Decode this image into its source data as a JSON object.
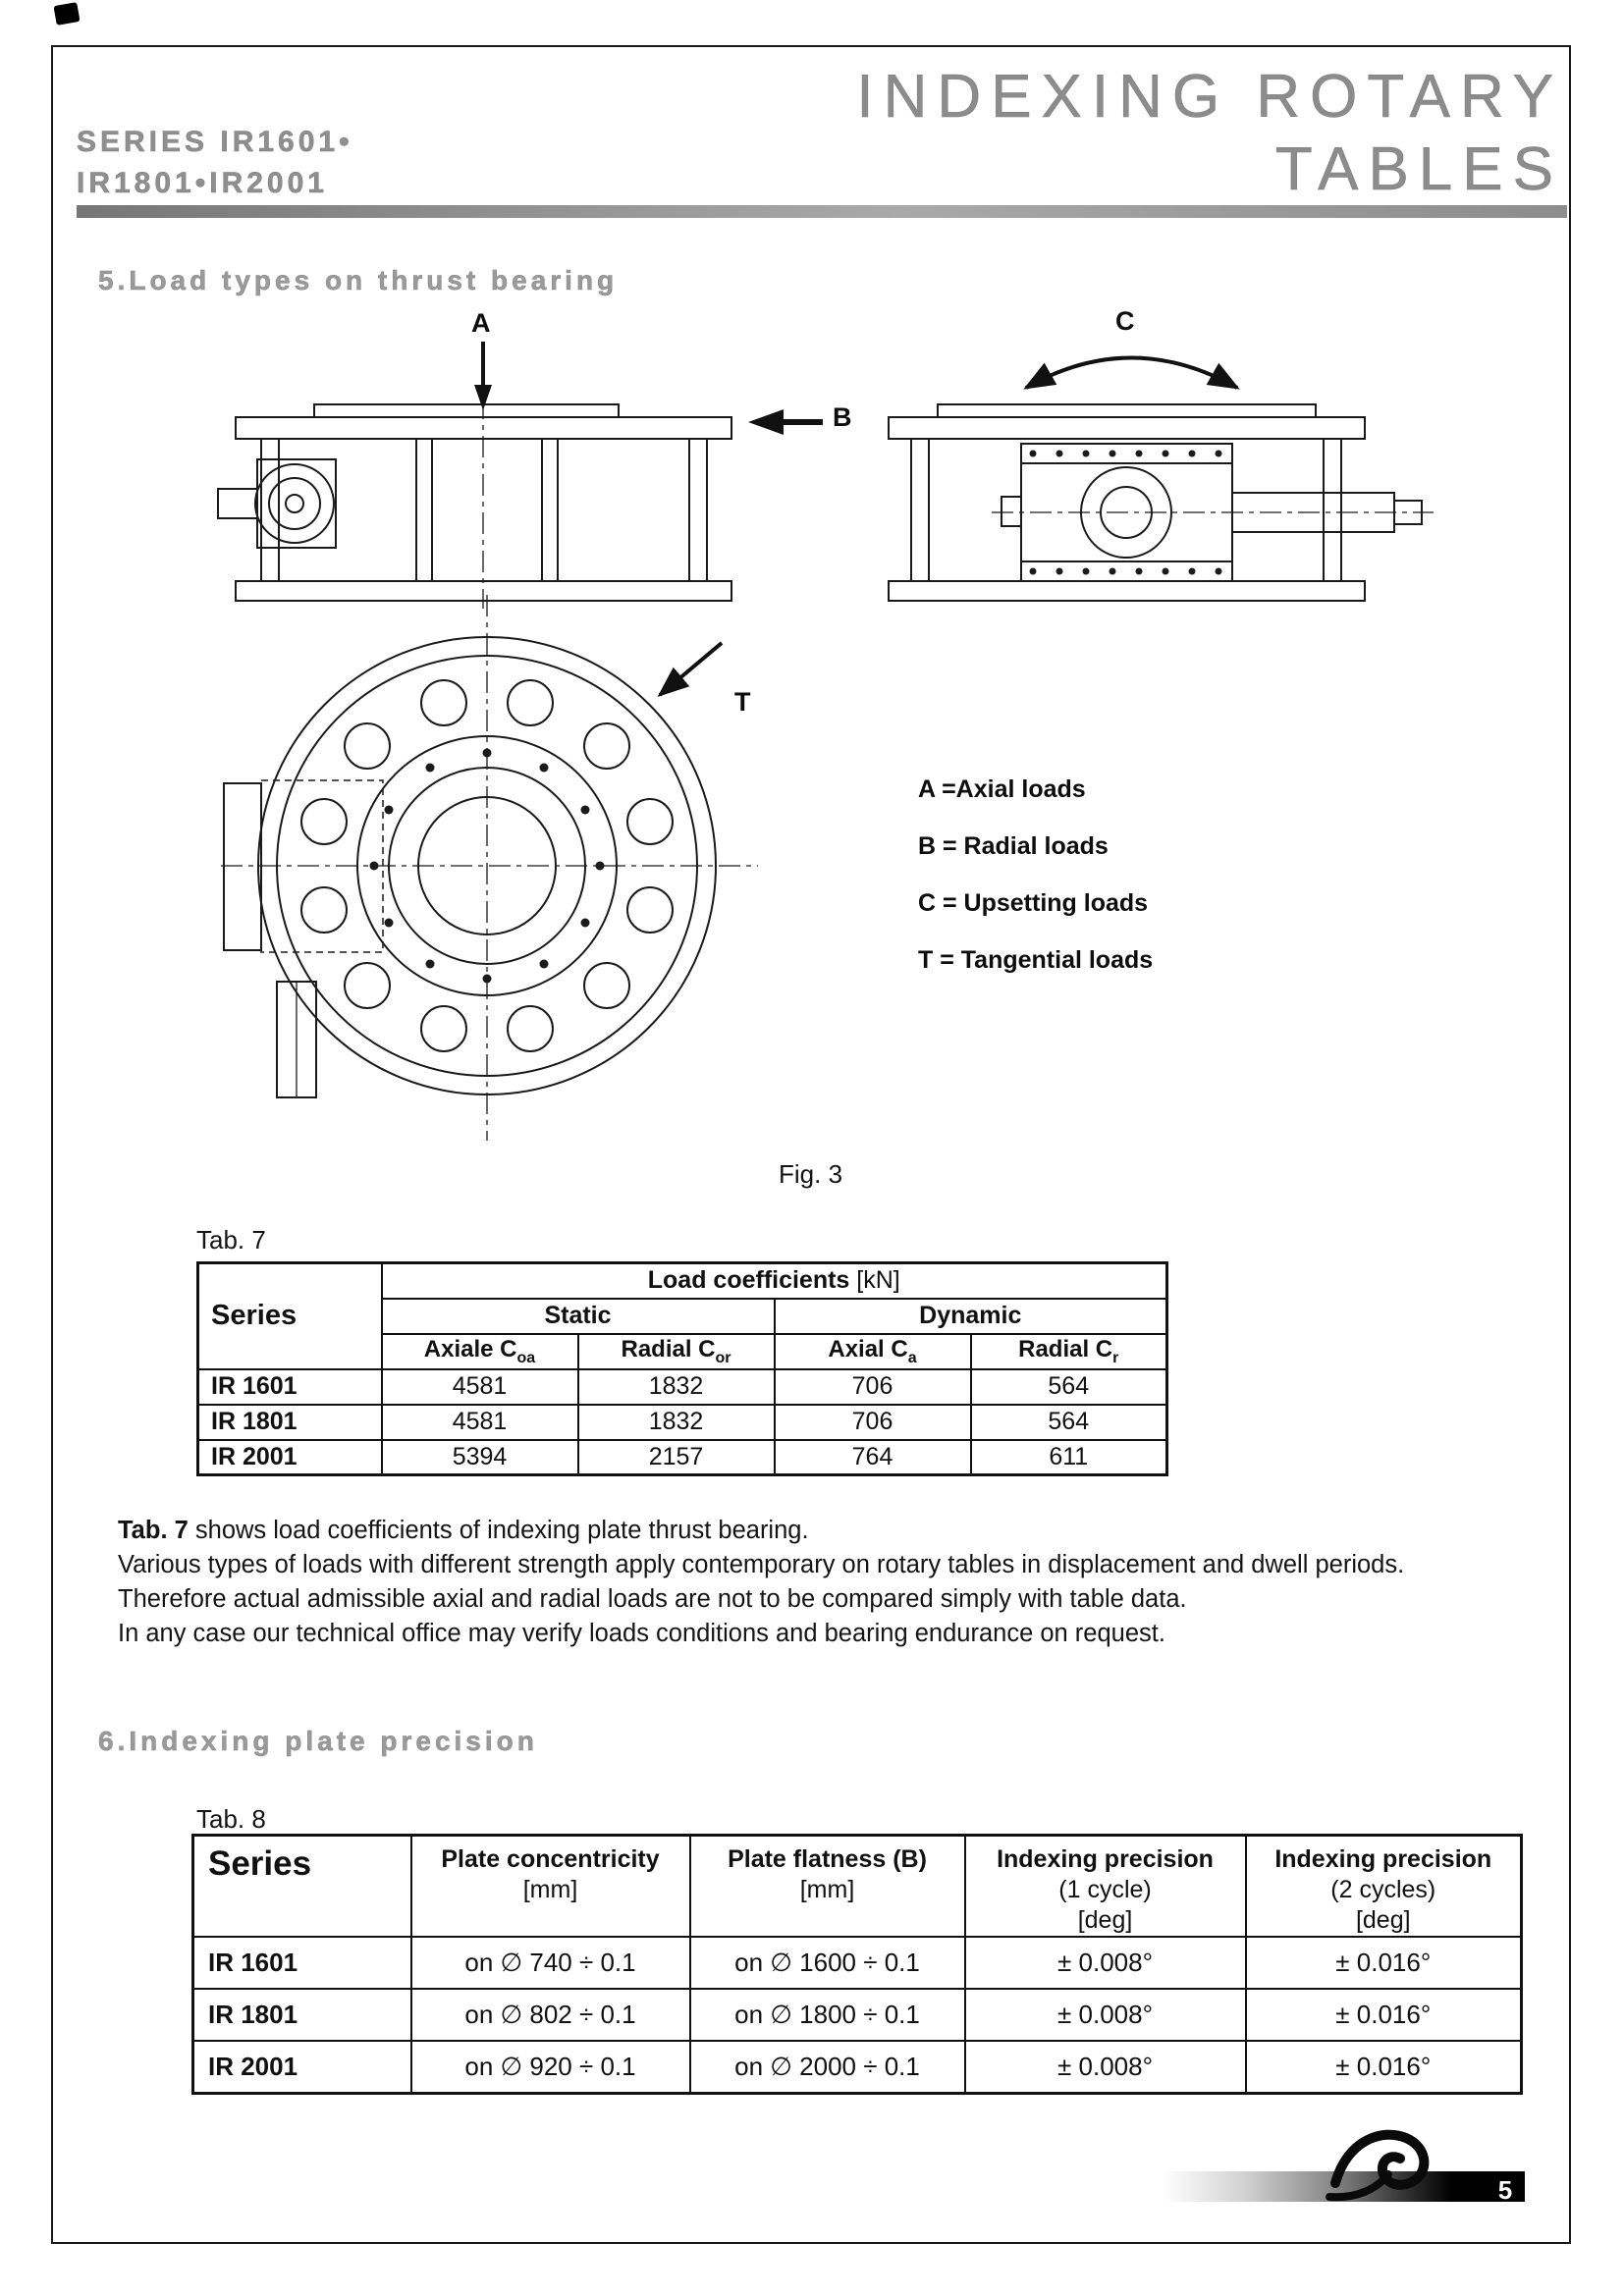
{
  "header": {
    "series_line1": "SERIES IR1601•",
    "series_line2": "IR1801•IR2001",
    "title_line1": "INDEXING ROTARY",
    "title_line2": "TABLES"
  },
  "section5": {
    "heading": "5.Load types on thrust bearing",
    "figure": {
      "label_a": "A",
      "label_b": "B",
      "label_c": "C",
      "label_t": "T",
      "legend": [
        "A =Axial loads",
        "B = Radial loads",
        "C = Upsetting loads",
        "T = Tangential loads"
      ],
      "caption": "Fig. 3"
    },
    "tab7_label": "Tab. 7",
    "tab7": {
      "series_header": "Series",
      "group_bold": "Load coefficients",
      "group_unit": " [kN]",
      "static": "Static",
      "dynamic": "Dynamic",
      "columns": [
        {
          "label": "Axiale C",
          "sub": "oa"
        },
        {
          "label": "Radial C",
          "sub": "or"
        },
        {
          "label": "Axial C",
          "sub": "a"
        },
        {
          "label": "Radial C",
          "sub": "r"
        }
      ],
      "rows": [
        {
          "series": "IR 1601",
          "values": [
            "4581",
            "1832",
            "706",
            "564"
          ]
        },
        {
          "series": "IR 1801",
          "values": [
            "4581",
            "1832",
            "706",
            "564"
          ]
        },
        {
          "series": "IR 2001",
          "values": [
            "5394",
            "2157",
            "764",
            "611"
          ]
        }
      ]
    },
    "notes": {
      "n1_bold": "Tab. 7",
      "n1_rest": " shows load coefficients of indexing plate thrust bearing.",
      "n2": "Various types of loads with different strength apply contemporary on rotary tables in displacement and dwell periods.",
      "n3": "Therefore actual admissible axial and radial loads are not to be compared simply with table data.",
      "n4": "In any case our technical office may verify loads conditions and bearing endurance on request."
    }
  },
  "section6": {
    "heading": "6.Indexing plate precision",
    "tab8_label": "Tab. 8",
    "tab8": {
      "columns": [
        {
          "l1": "Series",
          "l2": "",
          "l3": ""
        },
        {
          "l1": "Plate concentricity",
          "l2": "[mm]",
          "l3": ""
        },
        {
          "l1": "Plate flatness (B)",
          "l2": "[mm]",
          "l3": ""
        },
        {
          "l1": "Indexing precision",
          "l2": "(1 cycle)",
          "l3": "[deg]"
        },
        {
          "l1": "Indexing precision",
          "l2": "(2 cycles)",
          "l3": "[deg]"
        }
      ],
      "rows": [
        {
          "series": "IR 1601",
          "concentricity": "on ∅ 740 ÷ 0.1",
          "flatness": "on ∅ 1600 ÷ 0.1",
          "precision1": "± 0.008°",
          "precision2": "± 0.016°"
        },
        {
          "series": "IR 1801",
          "concentricity": "on ∅ 802 ÷ 0.1",
          "flatness": "on ∅ 1800 ÷ 0.1",
          "precision1": "± 0.008°",
          "precision2": "± 0.016°"
        },
        {
          "series": "IR 2001",
          "concentricity": "on ∅ 920 ÷ 0.1",
          "flatness": "on ∅ 2000 ÷ 0.1",
          "precision1": "± 0.008°",
          "precision2": "± 0.016°"
        }
      ]
    }
  },
  "footer": {
    "page_number": "5"
  }
}
